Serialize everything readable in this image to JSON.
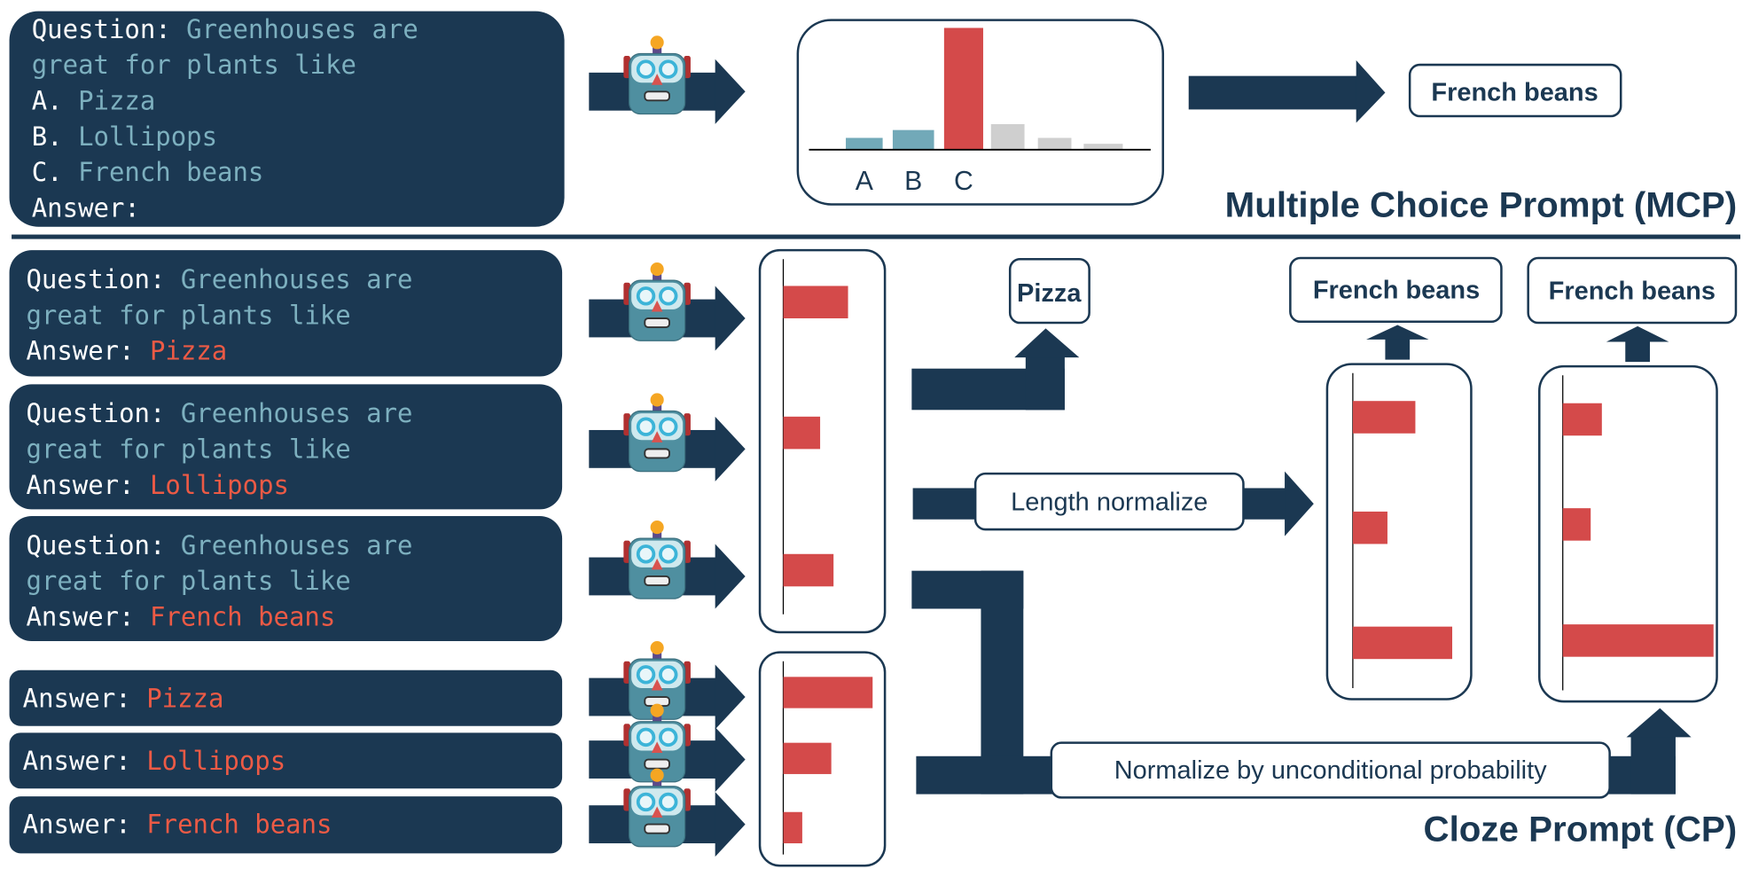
{
  "colors": {
    "navy": "#1b3852",
    "question_text": "#7db0bf",
    "answer_text": "#ec5a45",
    "bar_highlight": "#d44a4a",
    "bar_option": "#72a9b8",
    "bar_other": "#cfcfcf"
  },
  "icons": {
    "model": "robot-icon"
  },
  "mcp": {
    "title": "Multiple Choice Prompt (MCP)",
    "prompt": [
      {
        "label": "Question: ",
        "value": "Greenhouses are"
      },
      {
        "label": "",
        "value": "great for plants like"
      },
      {
        "label": "A. ",
        "value": "Pizza"
      },
      {
        "label": "B. ",
        "value": "Lollipops"
      },
      {
        "label": "C. ",
        "value": "French beans"
      },
      {
        "label": "Answer:",
        "value": ""
      }
    ],
    "output": "French beans"
  },
  "chart_data": [
    {
      "type": "bar",
      "categories": [
        "A",
        "B",
        "C",
        "",
        "",
        ""
      ],
      "values": [
        0.06,
        0.1,
        0.62,
        0.13,
        0.06,
        0.03
      ],
      "highlight": "C"
    },
    {
      "type": "bar",
      "orientation": "horizontal",
      "categories": [
        "Pizza",
        "Lollipops",
        "French beans"
      ],
      "values": [
        0.58,
        0.33,
        0.45
      ]
    },
    {
      "type": "bar",
      "orientation": "horizontal",
      "categories": [
        "Pizza",
        "Lollipops",
        "French beans"
      ],
      "values": [
        0.8,
        0.43,
        0.17
      ]
    },
    {
      "type": "bar",
      "orientation": "horizontal",
      "categories": [
        "Pizza",
        "Lollipops",
        "French beans"
      ],
      "values": [
        0.56,
        0.31,
        0.89
      ]
    },
    {
      "type": "bar",
      "orientation": "horizontal",
      "categories": [
        "Pizza",
        "Lollipops",
        "French beans"
      ],
      "values": [
        0.35,
        0.25,
        1.35
      ]
    }
  ],
  "cp": {
    "title": "Cloze Prompt (CP)",
    "question_label": "Question: ",
    "question_line1": "Greenhouses are",
    "question_line2": "great for plants like",
    "answer_label": "Answer: ",
    "answers": [
      "Pizza",
      "Lollipops",
      "French beans"
    ],
    "output_raw": "Pizza",
    "output_length_norm": "French beans",
    "output_uncond_norm": "French beans",
    "length_normalize": "Length normalize",
    "uncond_normalize": "Normalize by unconditional probability"
  }
}
